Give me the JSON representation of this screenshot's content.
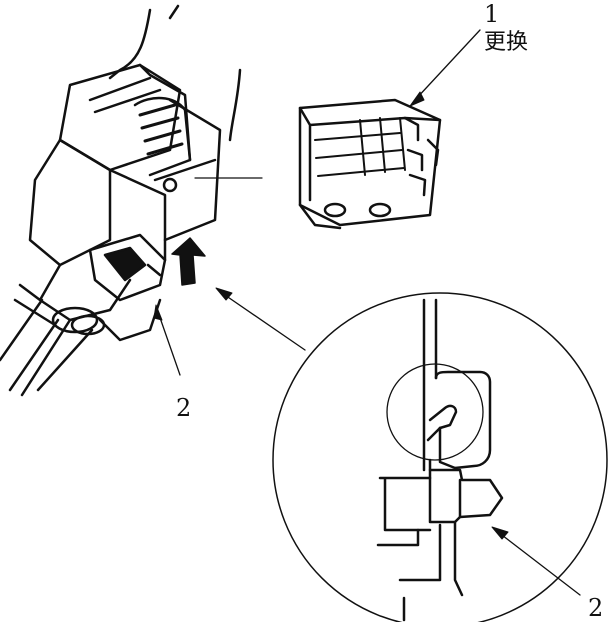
{
  "labels": {
    "callout_1_number": "1",
    "callout_1_text": "更换",
    "callout_2_left": "2",
    "callout_2_right": "2"
  }
}
